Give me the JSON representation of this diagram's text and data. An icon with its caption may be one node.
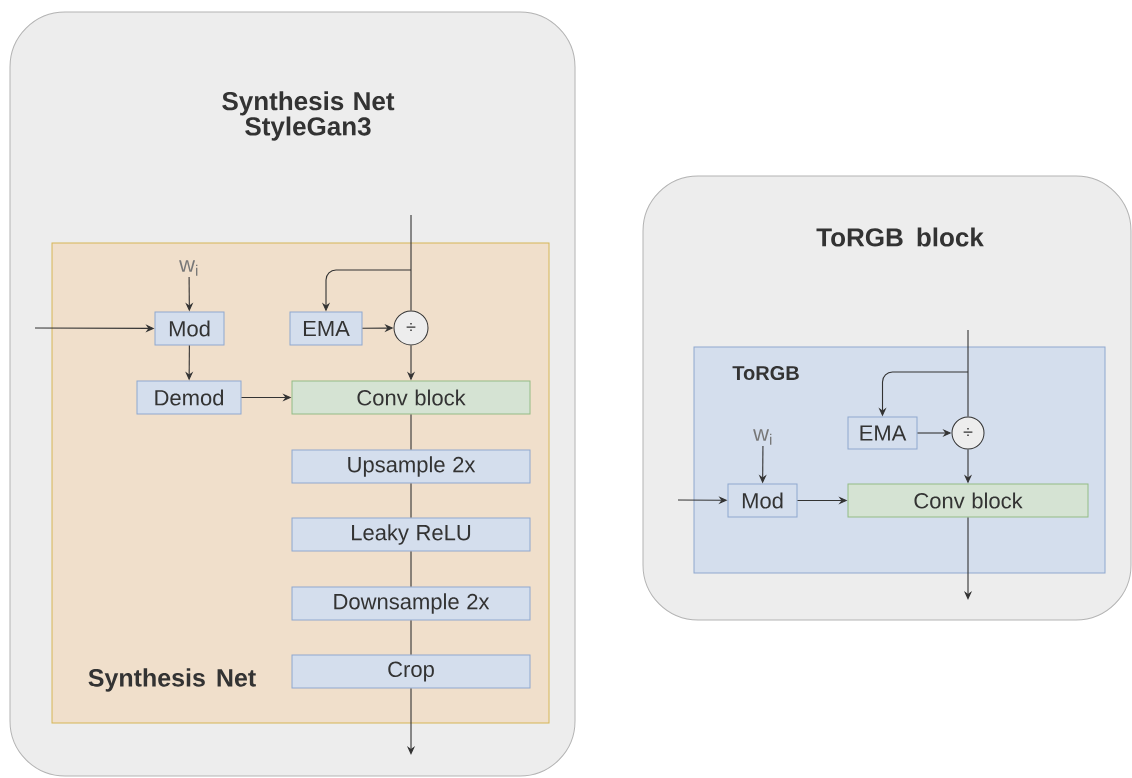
{
  "diagram": {
    "nodes": [
      {
        "text": [
          "Synthesis Net StyleGan3"
        ]
      },
      {
        "text": [
          "Synthesis Net"
        ],
        "in": 0
      },
      {
        "text": [
          "w$_{i}$"
        ],
        "in": 1
      },
      {
        "text": [
          "Mod"
        ],
        "in": 1
      },
      {
        "text": [
          "EMA"
        ],
        "in": 1
      },
      {
        "text": [
          "÷"
        ],
        "in": 1
      },
      {
        "text": [
          "Demod"
        ],
        "in": 1
      },
      {
        "text": [
          "Conv block"
        ],
        "in": 1
      },
      {
        "text": [
          "Upsample 2x"
        ],
        "in": 1
      },
      {
        "text": [
          "Leaky ReLU"
        ],
        "in": 1
      },
      {
        "text": [
          "Downsample 2x"
        ],
        "in": 1
      },
      {
        "text": [
          "Crop"
        ],
        "in": 1
      },
      {
        "text": [
          "ToRGB block"
        ]
      },
      {
        "text": [
          "ToRGB"
        ],
        "in": 12
      },
      {
        "text": [
          "w$_{i}$"
        ],
        "in": 13
      },
      {
        "text": [
          "EMA"
        ],
        "in": 13
      },
      {
        "text": [
          "÷"
        ],
        "in": 13
      },
      {
        "text": [
          "Mod"
        ],
        "in": 13
      },
      {
        "text": [
          "Conv block"
        ],
        "in": 13
      }
    ],
    "edges": [
      {
        "from": null,
        "to": 3,
        "arrow": "to"
      },
      {
        "from": 2,
        "to": 3,
        "arrow": "to"
      },
      {
        "from": 3,
        "to": 6,
        "arrow": "to"
      },
      {
        "from": 6,
        "to": 7,
        "arrow": "to"
      },
      {
        "from": null,
        "to": 5,
        "arrow": "none"
      },
      {
        "from": null,
        "to": 4,
        "arrow": "to"
      },
      {
        "from": 4,
        "to": 5,
        "arrow": "to"
      },
      {
        "from": 5,
        "to": 7,
        "arrow": "to"
      },
      {
        "from": 7,
        "to": 8,
        "arrow": "none"
      },
      {
        "from": 8,
        "to": 9,
        "arrow": "none"
      },
      {
        "from": 9,
        "to": 10,
        "arrow": "none"
      },
      {
        "from": 10,
        "to": 11,
        "arrow": "none"
      },
      {
        "from": 11,
        "to": null,
        "arrow": "to"
      },
      {
        "from": null,
        "to": 17,
        "arrow": "to"
      },
      {
        "from": 14,
        "to": 17,
        "arrow": "to"
      },
      {
        "from": 17,
        "to": 18,
        "arrow": "to"
      },
      {
        "from": null,
        "to": 16,
        "arrow": "none"
      },
      {
        "from": null,
        "to": 15,
        "arrow": "to"
      },
      {
        "from": 15,
        "to": 16,
        "arrow": "to"
      },
      {
        "from": 16,
        "to": 18,
        "arrow": "to"
      },
      {
        "from": 18,
        "to": null,
        "arrow": "to"
      }
    ]
  }
}
